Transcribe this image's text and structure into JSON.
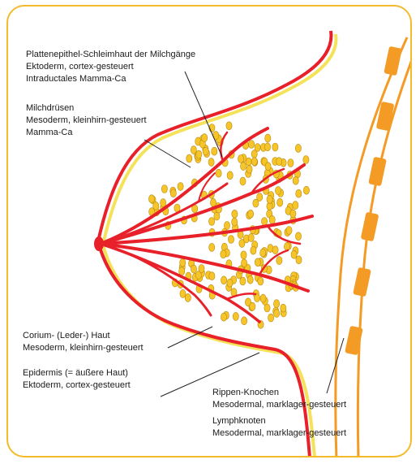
{
  "colors": {
    "frame": "#f3bb2c",
    "tissue_red": "#e8202a",
    "skin_yellow": "#f4e35a",
    "gland_fill": "#f6c52a",
    "gland_outline": "#b98a12",
    "rib_fill": "#f39b24",
    "leader_line": "#222222"
  },
  "labels": {
    "ducts": {
      "line1": "Plattenepithel-Schleimhaut der Milchgänge",
      "line2": "Ektoderm, cortex-gesteuert",
      "line3": "Intraductales Mamma-Ca"
    },
    "glands": {
      "line1": "Milchdrüsen",
      "line2": "Mesoderm, kleinhirn-gesteuert",
      "line3": "Mamma-Ca"
    },
    "corium": {
      "line1": "Corium- (Leder-) Haut",
      "line2": "Mesoderm, kleinhirn-gesteuert"
    },
    "epidermis": {
      "line1": "Epidermis (= äußere Haut)",
      "line2": "Ektoderm, cortex-gesteuert"
    },
    "rib": {
      "line1": "Rippen-Knochen",
      "line2": "Mesodermal, marklager-gesteuert"
    },
    "lymph": {
      "line1": "Lymphknoten",
      "line2": "Mesodermal, marklager-gesteuert"
    }
  }
}
